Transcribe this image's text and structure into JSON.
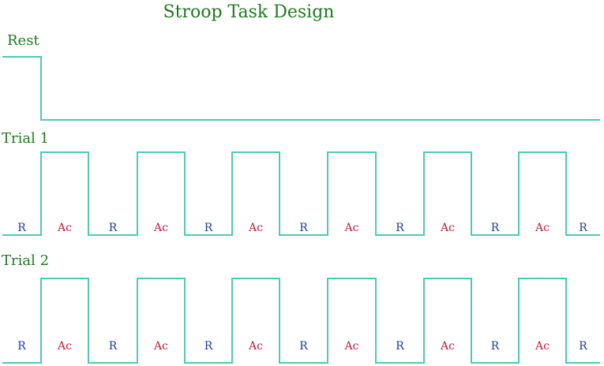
{
  "title": "Stroop Task Design",
  "colors": {
    "label": "#1f7a1f",
    "line": "#4ec9b8",
    "rest_letter": "#1b3fa0",
    "active_letter": "#c0203a"
  },
  "rows": [
    {
      "label": "Rest",
      "kind": "rest",
      "blocks": []
    },
    {
      "label": "Trial 1",
      "kind": "trial",
      "blocks": [
        "R",
        "Ac",
        "R",
        "Ac",
        "R",
        "Ac",
        "R",
        "Ac",
        "R",
        "Ac",
        "R",
        "Ac",
        "R"
      ]
    },
    {
      "label": "Trial 2",
      "kind": "trial",
      "blocks": [
        "R",
        "Ac",
        "R",
        "Ac",
        "R",
        "Ac",
        "R",
        "Ac",
        "R",
        "Ac",
        "R",
        "Ac",
        "R"
      ]
    }
  ]
}
